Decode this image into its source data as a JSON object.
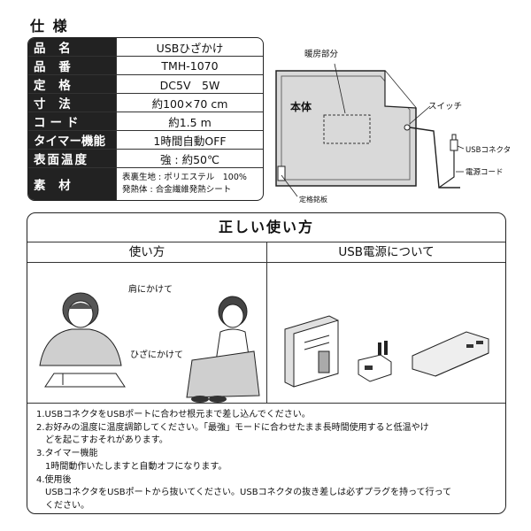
{
  "page_title": "仕 様",
  "spec": {
    "rows": [
      {
        "label": "品 名",
        "value": "USBひざかけ"
      },
      {
        "label": "品 番",
        "value": "TMH-1070"
      },
      {
        "label": "定 格",
        "value": "DC5V　5W"
      },
      {
        "label": "寸 法",
        "value": "約100×70 cm"
      },
      {
        "label": "コード",
        "value": "約1.5 m"
      },
      {
        "label": "タイマー機能",
        "value": "1時間自動OFF"
      },
      {
        "label": "表面温度",
        "value": "強 : 約50℃"
      }
    ],
    "material": {
      "label": "素 材",
      "line1": "表裏生地 : ポリエステル　100%",
      "line2": "発熱体 : 合金繊維発熱シート"
    }
  },
  "diagram": {
    "heating_label": "暖房部分",
    "body_label": "本体",
    "switch_label": "スイッチ",
    "usb_label": "USBコネクタ",
    "cord_label": "電源コード",
    "rating_label": "定格銘板"
  },
  "usage": {
    "header": "正しい使い方",
    "col1_header": "使い方",
    "col2_header": "USB電源について",
    "shoulder_label": "肩にかけて",
    "knee_label": "ひざにかけて",
    "notes": [
      "1.USBコネクタをUSBポートに合わせ根元まで差し込んでください。",
      "2.お好みの温度に温度調節してください。「最強」モードに合わせたまま長時間使用すると低温やけ",
      "　どを起こすおそれがあります。",
      "3.タイマー機能",
      "　1時間動作いたしますと自動オフになります。",
      "4.使用後",
      "　USBコネクタをUSBポートから抜いてください。USBコネクタの抜き差しは必ずプラグを持って行って",
      "　ください。"
    ]
  }
}
